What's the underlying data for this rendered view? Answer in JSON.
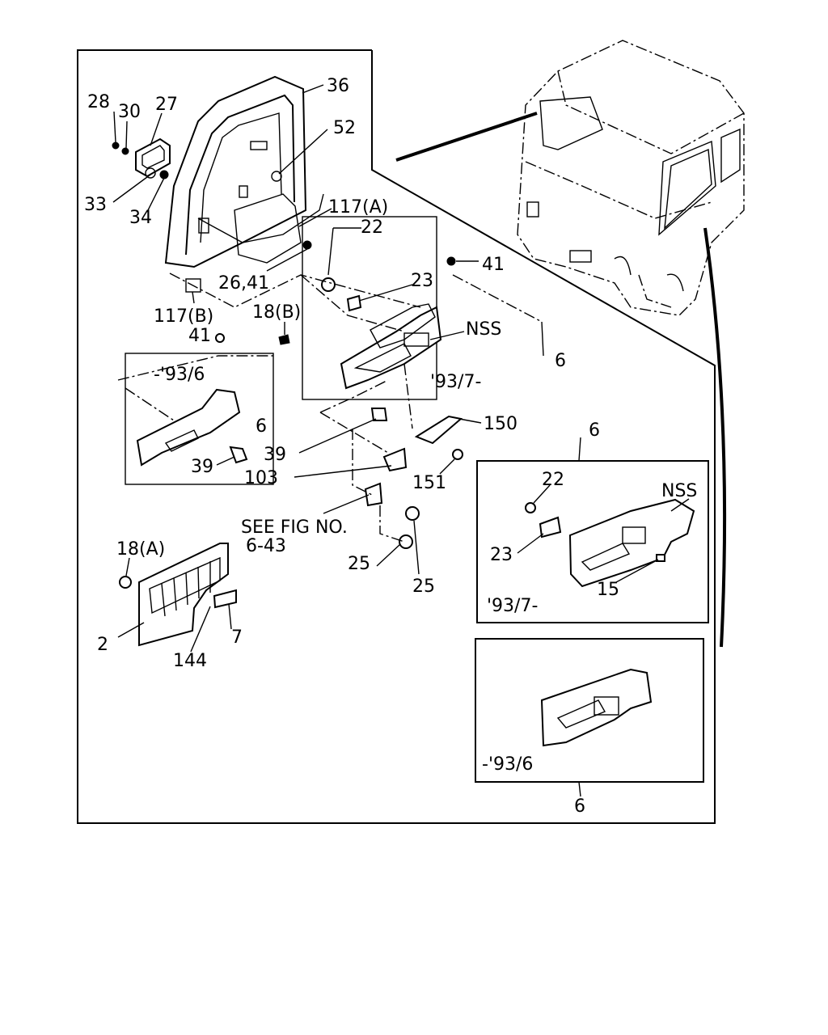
{
  "callouts": {
    "c28": "28",
    "c30": "30",
    "c27": "27",
    "c36": "36",
    "c52": "52",
    "c33": "33",
    "c34": "34",
    "c117a": "117(A)",
    "c22a": "22",
    "c41a": "41",
    "c26_41": "26,41",
    "c23a": "23",
    "c117b": "117(B)",
    "c18b": "18(B)",
    "cNSSa": "NSS",
    "c41b": "41",
    "c6a": "6",
    "cRange1": "-'93/6",
    "cRange2": "'93/7-",
    "c6b": "6",
    "c150": "150",
    "c39a": "39",
    "c39b": "39",
    "c103": "103",
    "c151": "151",
    "cSeeFig1": "SEE FIG NO.",
    "cSeeFig2": "6-43",
    "c18a": "18(A)",
    "c25a": "25",
    "c25b": "25",
    "c2": "2",
    "c7": "7",
    "c144": "144",
    "c6c": "6",
    "c22b": "22",
    "cNSSb": "NSS",
    "c23b": "23",
    "c15": "15",
    "cRange3": "'93/7-",
    "cRange4": "-'93/6",
    "c6d": "6"
  }
}
